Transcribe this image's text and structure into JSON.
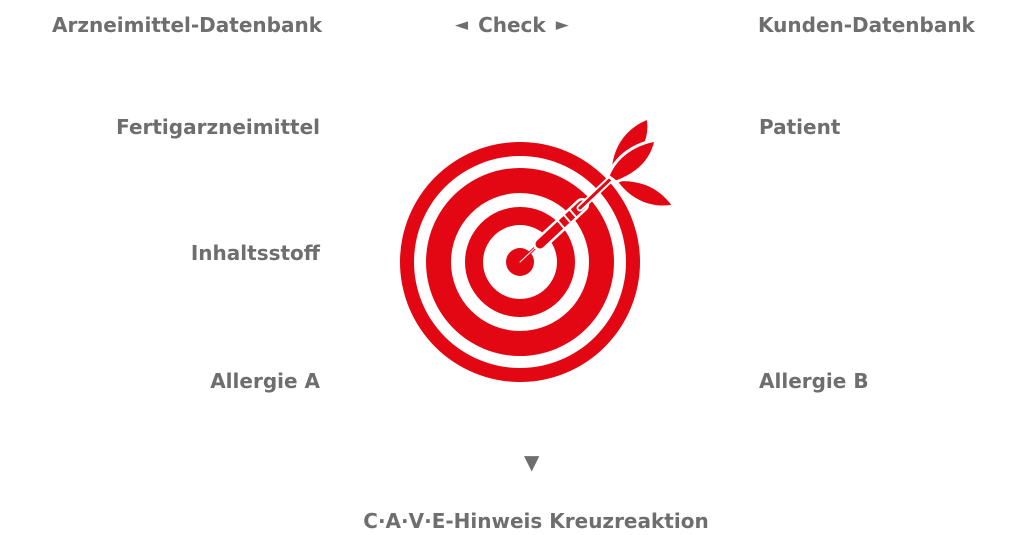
{
  "header": {
    "left_title": "Arzneimittel-Datenbank",
    "center_label": "Check",
    "center_left_arrow": "◄",
    "center_right_arrow": "►",
    "right_title": "Kunden-Datenbank"
  },
  "left_column": {
    "items": [
      "Fertigarzneimittel",
      "Inhaltsstoff",
      "Allergie A"
    ]
  },
  "right_column": {
    "items": [
      "Patient",
      "Allergie B"
    ]
  },
  "flow": {
    "down_arrow": "▼",
    "result": "C·A·V·E-Hinweis Kreuzreaktion"
  },
  "graphic": {
    "icon": "dartboard-target-icon",
    "accent_color": "#e30613",
    "text_color": "#6e6e6e"
  }
}
